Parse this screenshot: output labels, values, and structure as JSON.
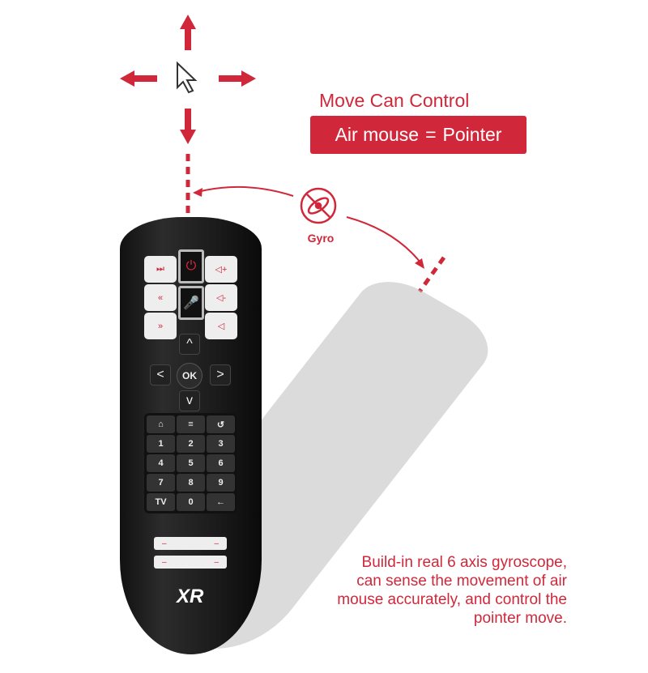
{
  "heading": "Move Can Control",
  "badge": {
    "left": "Air mouse",
    "eq": "=",
    "right": "Pointer"
  },
  "gyro_label": "Gyro",
  "description": [
    "Build-in real 6 axis gyroscope,",
    "can sense the movement of air",
    "mouse accurately, and control the",
    "pointer move."
  ],
  "remote": {
    "left_buttons": [
      "⏭",
      "«",
      "»"
    ],
    "right_buttons": [
      "◁+",
      "◁-",
      "◁"
    ],
    "power": "⏻",
    "mic": "🎤",
    "dpad": {
      "up": "^",
      "down": "v",
      "left": "<",
      "right": ">",
      "ok": "OK"
    },
    "keys": [
      "⌂",
      "≡",
      "↺",
      "1",
      "2",
      "3",
      "4",
      "5",
      "6",
      "7",
      "8",
      "9",
      "TV",
      "0",
      "←"
    ],
    "bars": [
      "–",
      "–"
    ],
    "logo": "XR"
  },
  "colors": {
    "accent": "#d0283a"
  }
}
